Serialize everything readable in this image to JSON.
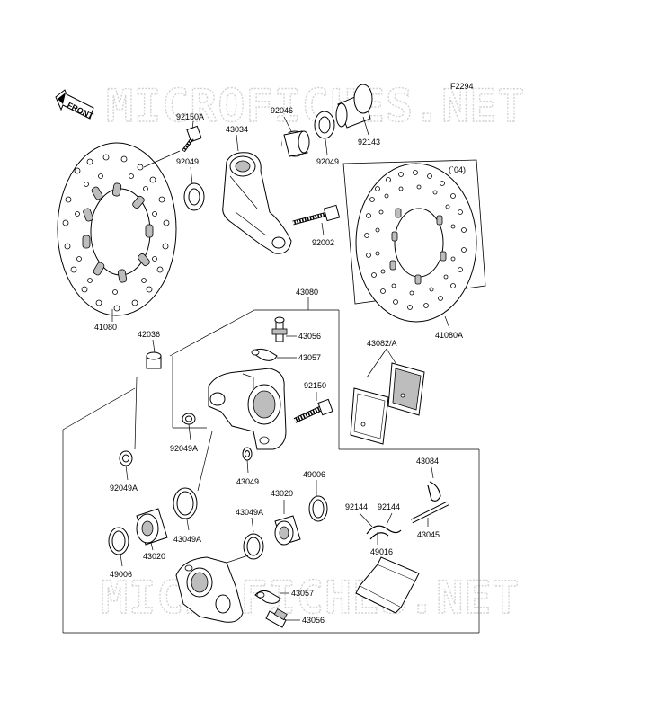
{
  "figure_code": "F2294",
  "front_label": "FRONT",
  "watermark_text": "MICROFICHES.NET",
  "variant_note": "(`04)",
  "part_numbers": {
    "p92150A": "92150A",
    "p43034": "43034",
    "p92046": "92046",
    "p92049_top1": "92049",
    "p92049_top2": "92049",
    "p92143": "92143",
    "p92002": "92002",
    "p41080": "41080",
    "p41080A": "41080A",
    "p43080": "43080",
    "p42036": "42036",
    "p43056_top": "43056",
    "p43057_top": "43057",
    "p43082A": "43082/A",
    "p92150": "92150",
    "p92049A_mid": "92049A",
    "p92049A_left": "92049A",
    "p43049_small": "43049",
    "p49006_right": "49006",
    "p43084": "43084",
    "p43020_mid": "43020",
    "p92144_a": "92144",
    "p92144_b": "92144",
    "p43049A_mid": "43049A",
    "p43049A_left": "43049A",
    "p43045": "43045",
    "p49016": "49016",
    "p49006_left": "49006",
    "p43020_left": "43020",
    "p43057_bottom": "43057",
    "p43056_bottom": "43056"
  }
}
